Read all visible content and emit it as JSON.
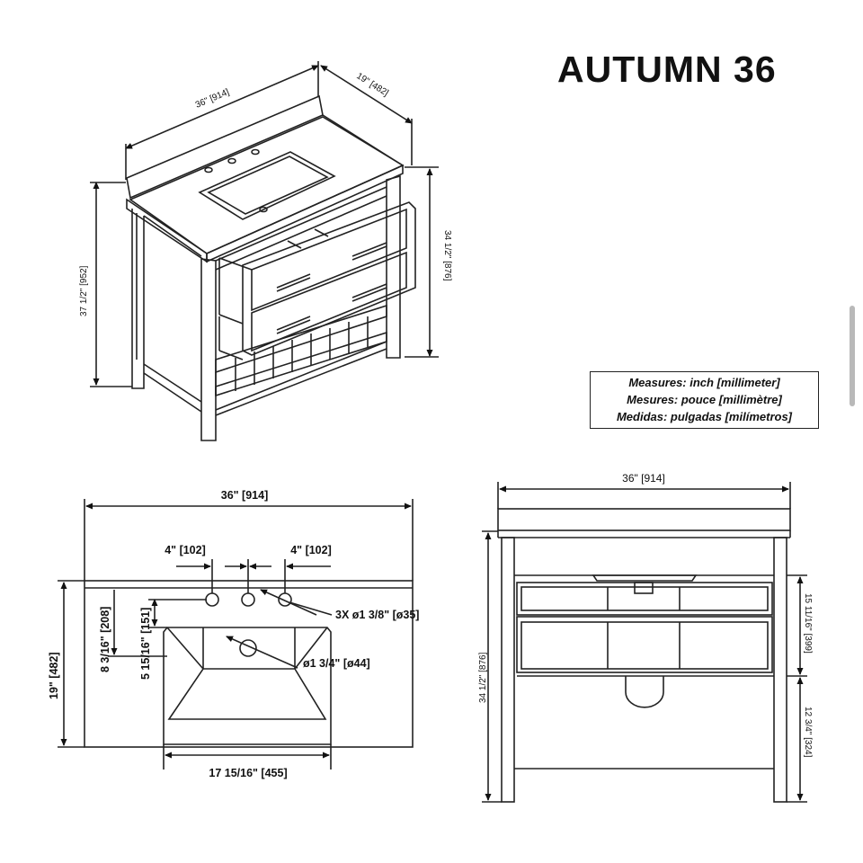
{
  "title": "AUTUMN 36",
  "legend": [
    "Measures: inch [millimeter]",
    "Mesures: pouce [millimètre]",
    "Medidas: pulgadas [milímetros]"
  ],
  "iso_view": {
    "width": "36\" [914]",
    "depth": "19\" [482]",
    "total_height": "37 1/2\" [952]",
    "counter_height": "34 1/2\" [876]"
  },
  "top_view": {
    "width": "36\" [914]",
    "spread_left": "4\" [102]",
    "spread_right": "4\" [102]",
    "faucet_holes": "3X ø1 3/8\" [ø35]",
    "drain": "ø1 3/4\" [ø44]",
    "depth": "19\" [482]",
    "offset_back": "8 3/16\" [208]",
    "offset_sink": "5 15/16\" [151]",
    "sink_width": "17 15/16\" [455]"
  },
  "front_view": {
    "width": "36\" [914]",
    "height": "34 1/2\" [876]",
    "drawer_height": "15 11/16\" [399]",
    "shelf_height": "12 3/4\" [324]"
  }
}
